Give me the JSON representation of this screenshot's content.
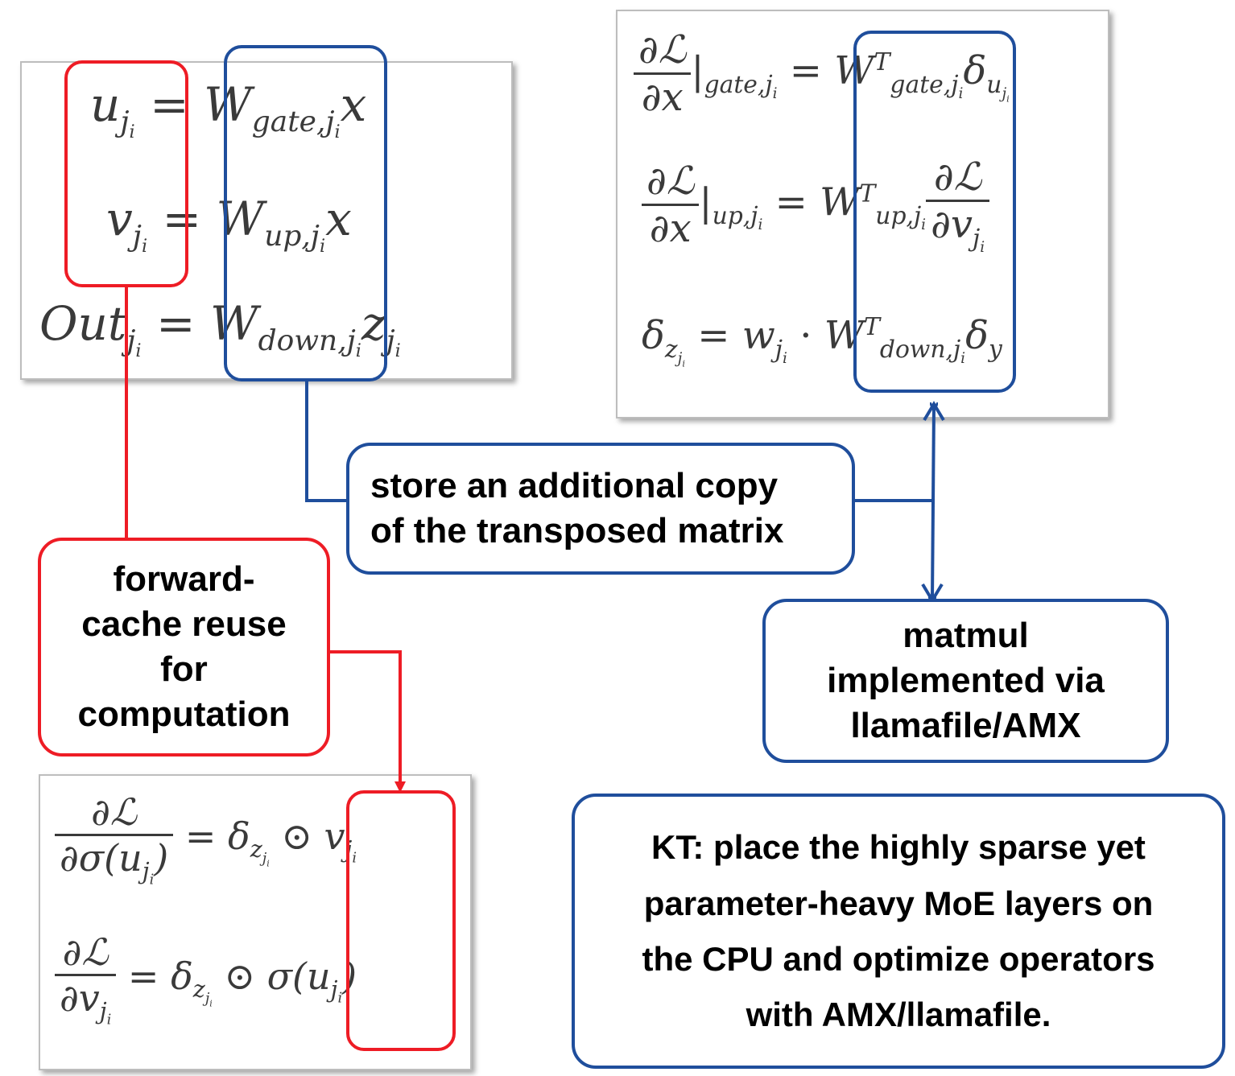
{
  "colors": {
    "red": "#ee1c25",
    "blue": "#1f4e9c",
    "math": "#3a3a3a"
  },
  "forward_equations": [
    "u_{j_i} = W_{gate,j_i} x",
    "v_{j_i} = W_{up,j_i} x",
    "Out_{j_i} = W_{down,j_i} z_{j_i}"
  ],
  "backward_equations": [
    "∂L/∂x |_{gate,j_i} = W^T_{gate,j_i} δ_{u_{j_i}}",
    "∂L/∂x |_{up,j_i} = W^T_{up,j_i} ∂L/∂v_{j_i}",
    "δ_{z_{j_i}} = w_{j_i} · W^T_{down,j_i} δ_y"
  ],
  "gradient_equations": [
    "∂L/∂σ(u_{j_i}) = δ_{z_{j_i}} ⊙ v_{j_i}",
    "∂L/∂v_{j_i} = δ_{z_{j_i}} ⊙ σ(u_{j_i})"
  ],
  "callouts": {
    "store_copy": [
      "store an additional copy",
      "of the transposed matrix"
    ],
    "forward_cache": [
      "forward-",
      "cache reuse",
      "for",
      "computation"
    ],
    "matmul": [
      "matmul",
      "implemented via",
      "llamafile/AMX"
    ],
    "kt": [
      "KT: place the highly sparse yet",
      "parameter-heavy MoE layers on",
      "the CPU and optimize operators",
      "with AMX/llamafile."
    ]
  }
}
